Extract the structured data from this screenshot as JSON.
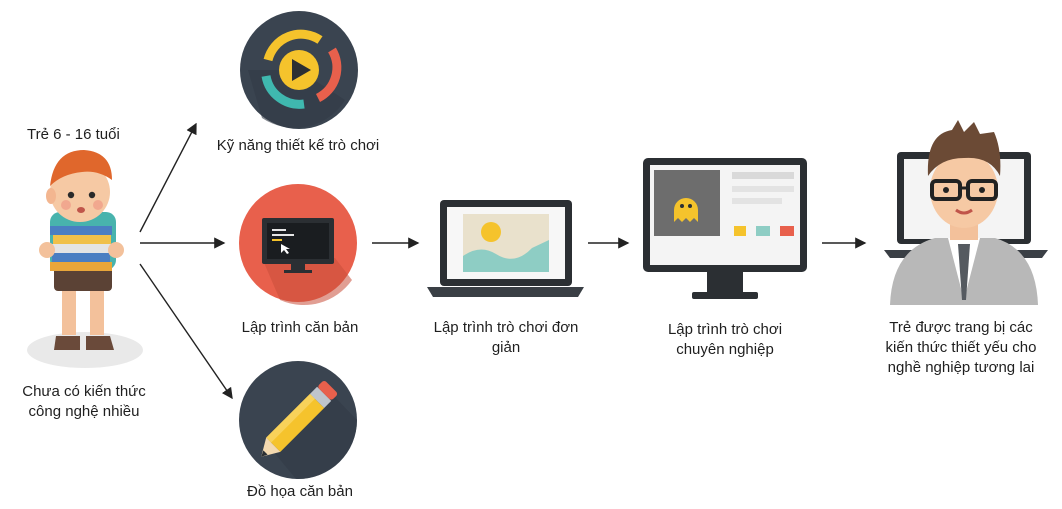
{
  "diagram": {
    "child_age_label": "Trẻ 6 - 16 tuổi",
    "child_caption": "Chưa có kiến thức\ncông nghệ nhiều",
    "skills": [
      {
        "label": "Kỹ năng thiết kế trò chơi",
        "icon": "play-cycle-icon"
      },
      {
        "label": "Lập trình căn bản",
        "icon": "monitor-code-icon"
      },
      {
        "label": "Đồ họa căn bản",
        "icon": "pencil-icon"
      }
    ],
    "step_simple_game": "Lập trình trò chơi đơn\ngiản",
    "step_pro_game": "Lập trình trò chơi\nchuyên nghiệp",
    "outcome": "Trẻ được trang bị các\nkiến thức thiết yếu cho\nnghề nghiệp tương lai"
  },
  "colors": {
    "circle_dark": "#3a4450",
    "circle_red": "#e8604c",
    "accent_yellow": "#f5c32c",
    "accent_teal": "#3fb8af",
    "device_dark": "#2b2f33"
  }
}
